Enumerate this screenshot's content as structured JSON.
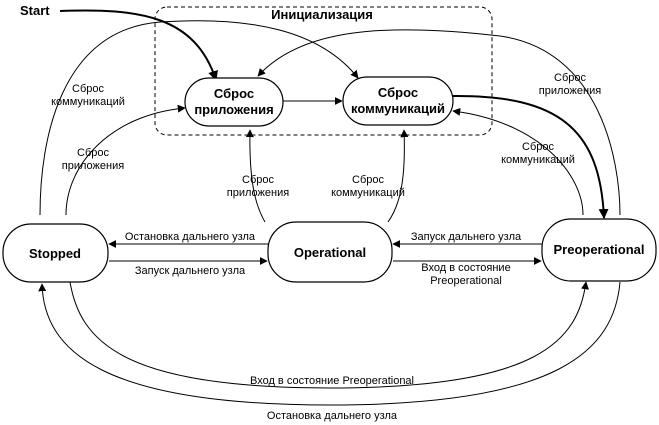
{
  "group": {
    "title": "Инициализация"
  },
  "start": {
    "label": "Start"
  },
  "nodes": {
    "reset_app": {
      "line1": "Сброс",
      "line2": "приложения"
    },
    "reset_comm": {
      "line1": "Сброс",
      "line2": "коммуникаций"
    },
    "stopped": {
      "label": "Stopped"
    },
    "operational": {
      "label": "Operational"
    },
    "preoperational": {
      "label": "Preoperational"
    }
  },
  "edges": {
    "stopped_to_comm": {
      "line1": "Сброс",
      "line2": "коммуникаций"
    },
    "stopped_to_app": {
      "line1": "Сброс",
      "line2": "приложения"
    },
    "op_to_app": {
      "line1": "Сброс",
      "line2": "приложения"
    },
    "op_to_comm": {
      "line1": "Сброс",
      "line2": "коммуникаций"
    },
    "pre_to_app": {
      "line1": "Сброс",
      "line2": "приложения"
    },
    "pre_to_comm": {
      "line1": "Сброс",
      "line2": "коммуникаций"
    },
    "op_to_stopped": "Остановка дальнего узла",
    "stopped_to_op": "Запуск дальнего узла",
    "pre_to_op": "Запуск дальнего узла",
    "op_to_pre": {
      "line1": "Вход в состояние",
      "line2": "Preoperational"
    },
    "stopped_to_pre": "Вход в состояние Preoperational",
    "pre_to_stopped": "Остановка дальнего узла"
  }
}
